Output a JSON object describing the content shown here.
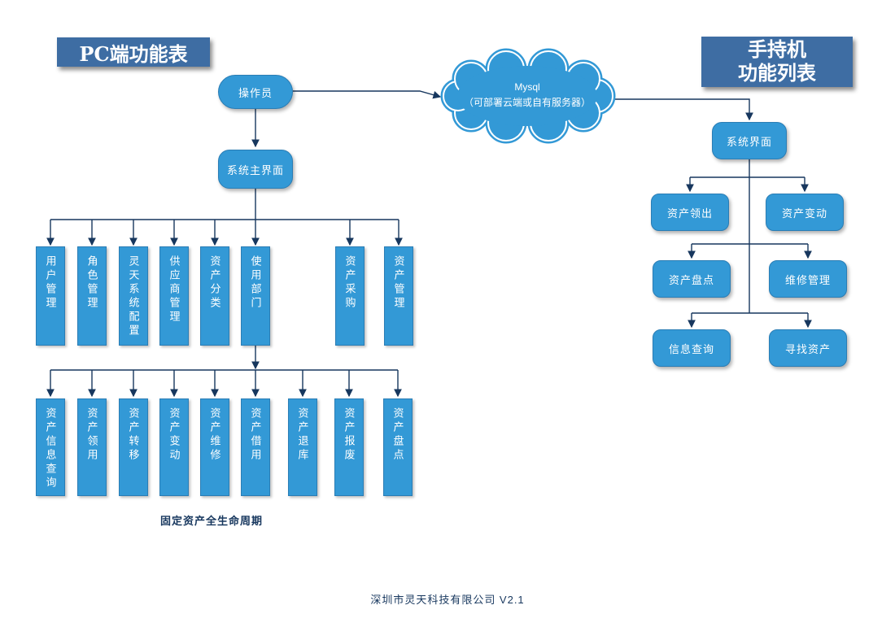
{
  "titles": {
    "pc": "PC端功能表",
    "handheld_line1": "手持机",
    "handheld_line2": "功能列表"
  },
  "cloud": {
    "line1": "Mysql",
    "line2": "（可部署云端或自有服务器）"
  },
  "pc_tree": {
    "operator": "操作员",
    "main_ui": "系统主界面",
    "row1": [
      "用户管理",
      "角色管理",
      "灵天系统配置",
      "供应商管理",
      "资产分类",
      "使用部门",
      "资产采购",
      "资产管理"
    ],
    "row2": [
      "资产信息查询",
      "资产领用",
      "资产转移",
      "资产变动",
      "资产维修",
      "资产借用",
      "资产退库",
      "资产报废",
      "资产盘点"
    ],
    "lifecycle_label": "固定资产全生命周期"
  },
  "handheld_tree": {
    "root": "系统界面",
    "nodes": [
      "资产领出",
      "资产变动",
      "资产盘点",
      "维修管理",
      "信息查询",
      "寻找资产"
    ]
  },
  "footer": "深圳市灵天科技有限公司 V2.1",
  "colors": {
    "accent_blue": "#3399d6",
    "header_blue": "#3e6da3",
    "connector_navy": "#17375e"
  }
}
